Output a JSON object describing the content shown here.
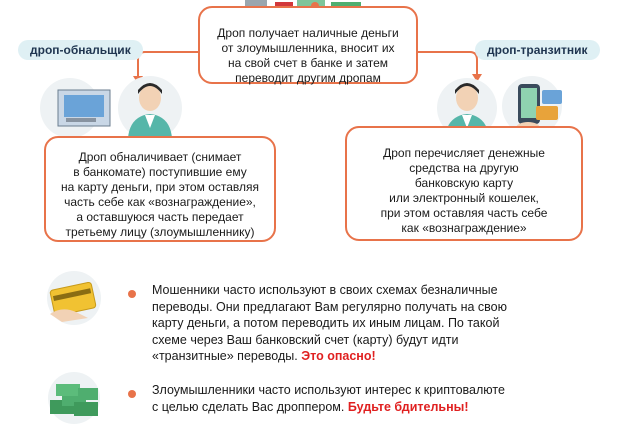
{
  "top_box": {
    "text_lines": [
      "Дроп получает наличные деньги",
      "от злоумышленника, вносит их",
      "на свой счет в банке и затем",
      "переводит другим дропам"
    ]
  },
  "left_role": {
    "label": "дроп-обнальщик",
    "text_lines": [
      "Дроп обналичивает (снимает",
      "в банкомате) поступившие ему",
      "на карту деньги, при этом оставляя",
      "часть себе как «вознаграждение»,",
      "а оставшуюся часть передает",
      "третьему лицу (злоумышленнику)"
    ]
  },
  "right_role": {
    "label": "дроп-транзитник",
    "text_lines": [
      "Дроп перечисляет денежные",
      "средства на другую",
      "банковскую карту",
      "или электронный кошелек,",
      "при этом оставляя часть себе",
      "как «вознаграждение»"
    ]
  },
  "warning1": {
    "lines": [
      "Мошенники часто используют в своих схемах безналичные",
      "переводы. Они предлагают Вам регулярно получать на свою",
      "карту деньги, а потом переводить их иным лицам. По такой",
      "схеме через Ваш банковский счет (карту) будут идти"
    ],
    "last_line": "«транзитные» переводы.",
    "emphasis": "Это опасно!"
  },
  "warning2": {
    "line1": "Злоумышленники часто используют интерес к криптовалюте",
    "line2": "с целью сделать Вас дроппером.",
    "emphasis": "Будьте бдительны!"
  },
  "colors": {
    "accent": "#e8734a",
    "warning": "#e02020",
    "teal": "#56b6a9",
    "pill": "#dff0f4"
  }
}
